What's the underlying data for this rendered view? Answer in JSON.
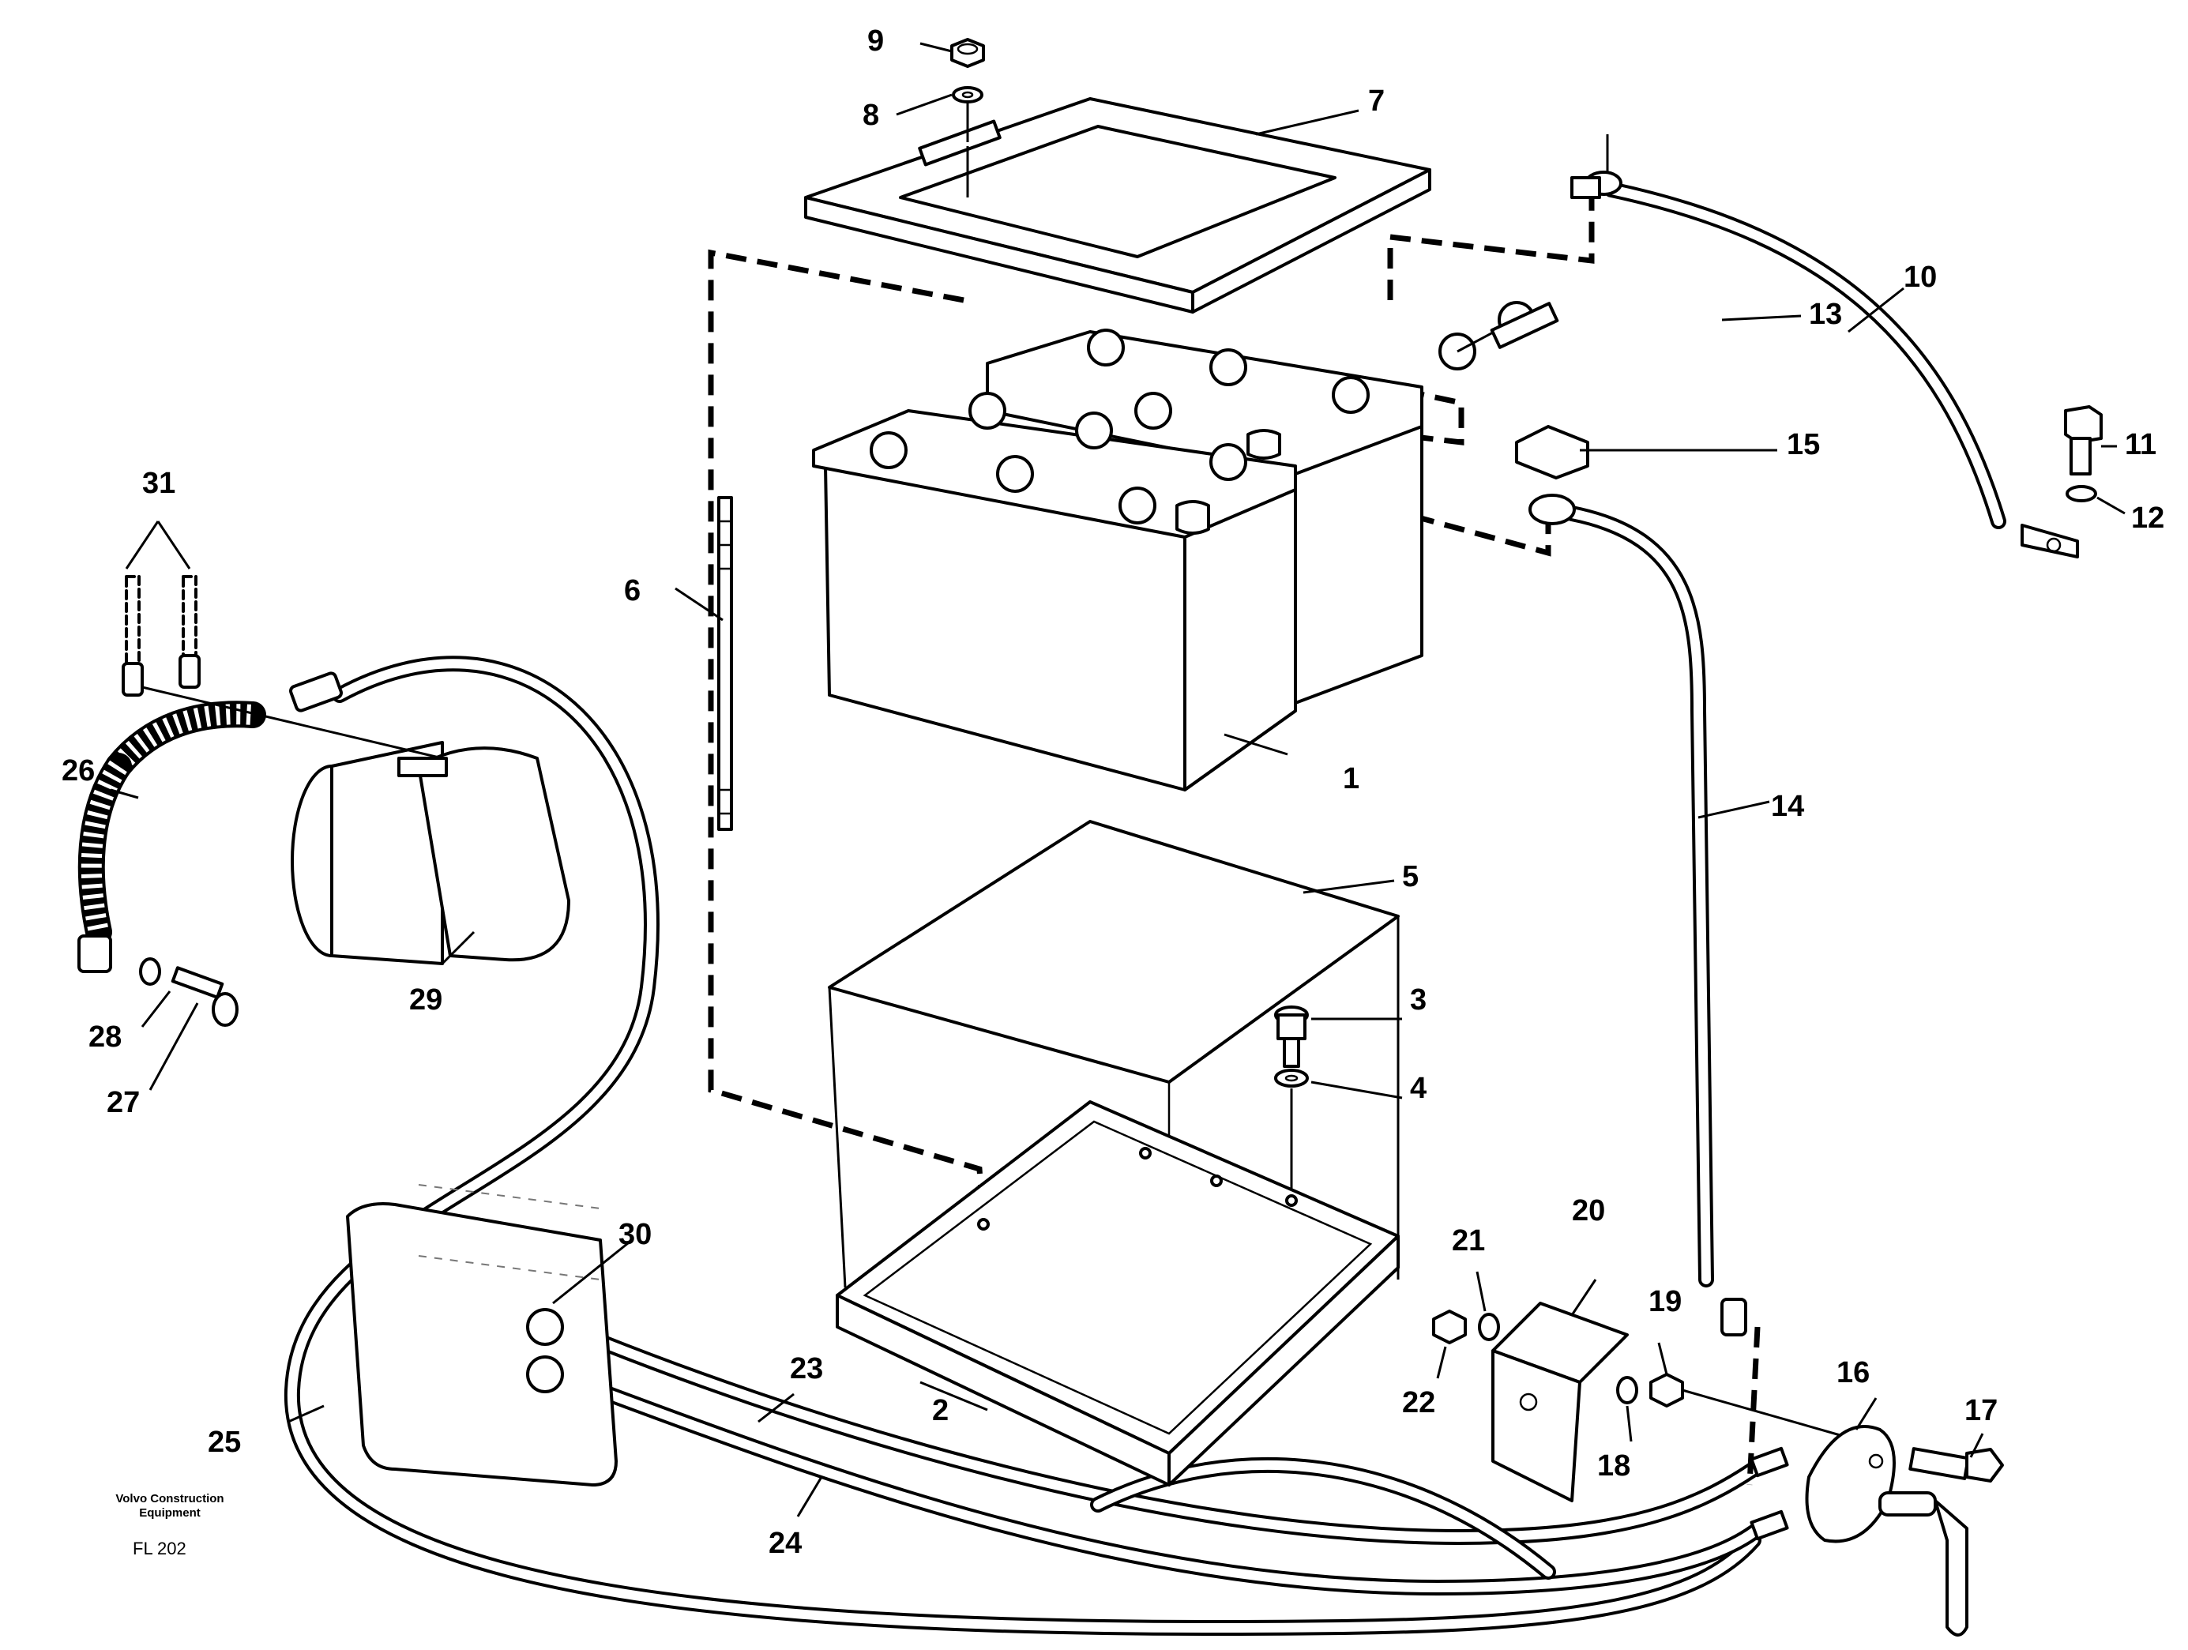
{
  "part_numbers": {
    "p1": "1",
    "p2": "2",
    "p3": "3",
    "p4": "4",
    "p5": "5",
    "p6": "6",
    "p7": "7",
    "p8": "8",
    "p9": "9",
    "p10": "10",
    "p11": "11",
    "p12": "12",
    "p13": "13",
    "p14": "14",
    "p15": "15",
    "p16": "16",
    "p17": "17",
    "p18": "18",
    "p19": "19",
    "p20": "20",
    "p21": "21",
    "p22": "22",
    "p23": "23",
    "p24": "24",
    "p25": "25",
    "p26": "26",
    "p27": "27",
    "p28": "28",
    "p29": "29",
    "p30": "30",
    "p31": "31"
  },
  "brand": {
    "line1": "Volvo Construction",
    "line2": "Equipment"
  },
  "figure_code": "FL 202"
}
